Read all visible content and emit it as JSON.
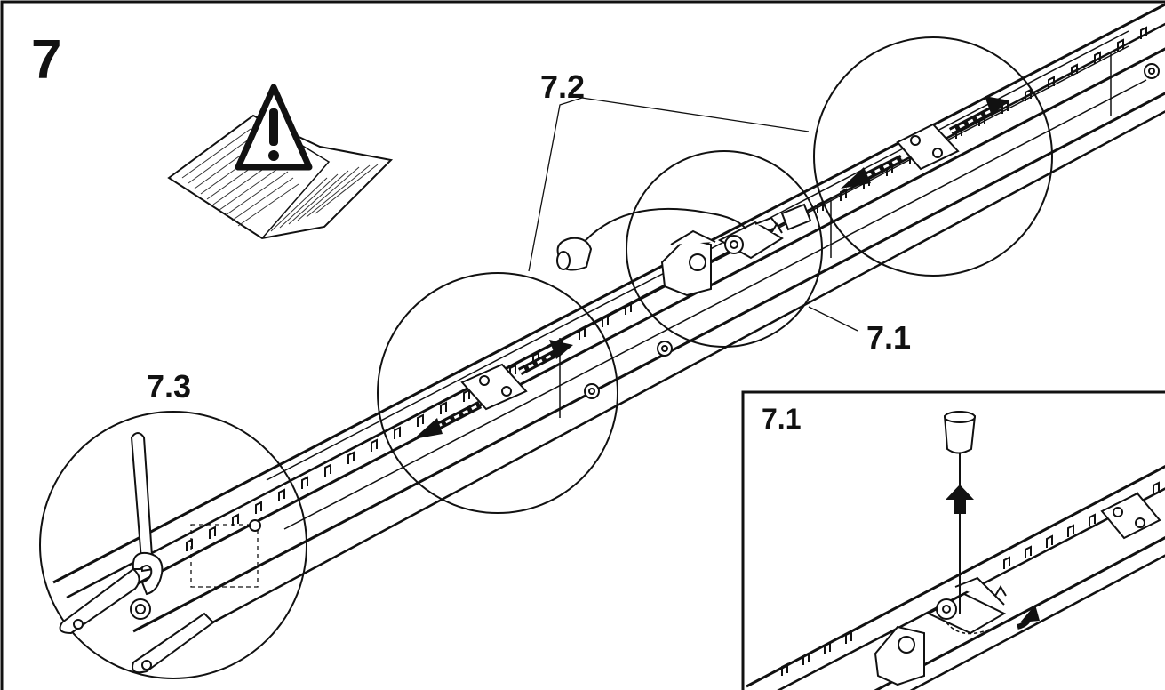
{
  "figure": {
    "step_number": "7",
    "callouts": {
      "c71": "7.1",
      "c72": "7.2",
      "c73": "7.3"
    },
    "inset": {
      "label": "7.1"
    }
  },
  "icons": {
    "manual": "warning-manual-icon"
  },
  "colors": {
    "ink": "#1a1a1a",
    "paper": "#ffffff"
  }
}
